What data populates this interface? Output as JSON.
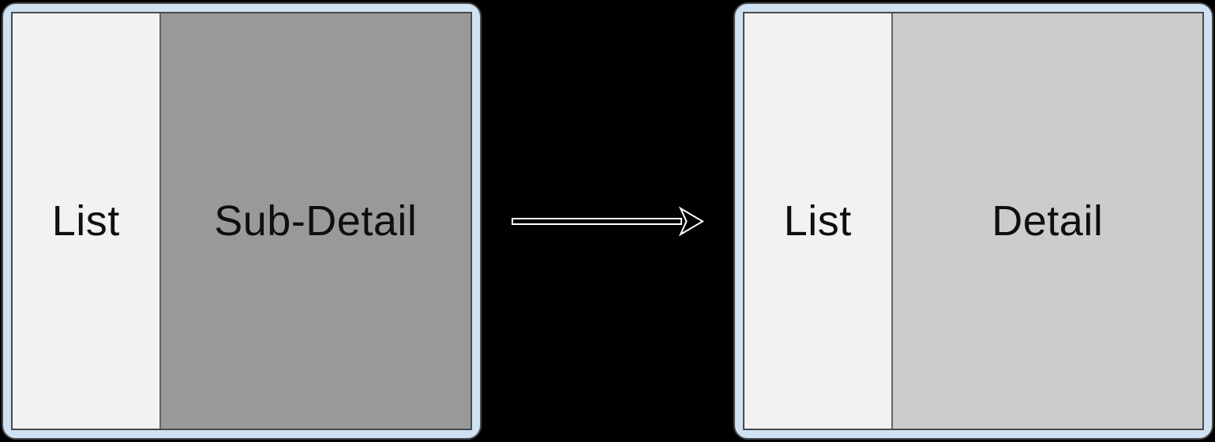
{
  "diagram": {
    "description": "Two-pane UI transition diagram: list with sub-detail pane becomes list with detail pane",
    "background_color": "#000000",
    "devices": [
      {
        "name": "before-state",
        "frame_color": "#cfe2f3",
        "border_color": "#4a4a4a",
        "panes": [
          {
            "label": "List",
            "background": "#f2f2f2"
          },
          {
            "label": "Sub-Detail",
            "background": "#999999"
          }
        ]
      },
      {
        "name": "after-state",
        "frame_color": "#cfe2f3",
        "border_color": "#4a4a4a",
        "panes": [
          {
            "label": "List",
            "background": "#f2f2f2"
          },
          {
            "label": "Detail",
            "background": "#cccccc"
          }
        ]
      }
    ],
    "arrow": {
      "direction": "right",
      "stroke_color": "#ffffff",
      "fill_color": "#000000"
    },
    "text_color": "#0f0f0f"
  }
}
